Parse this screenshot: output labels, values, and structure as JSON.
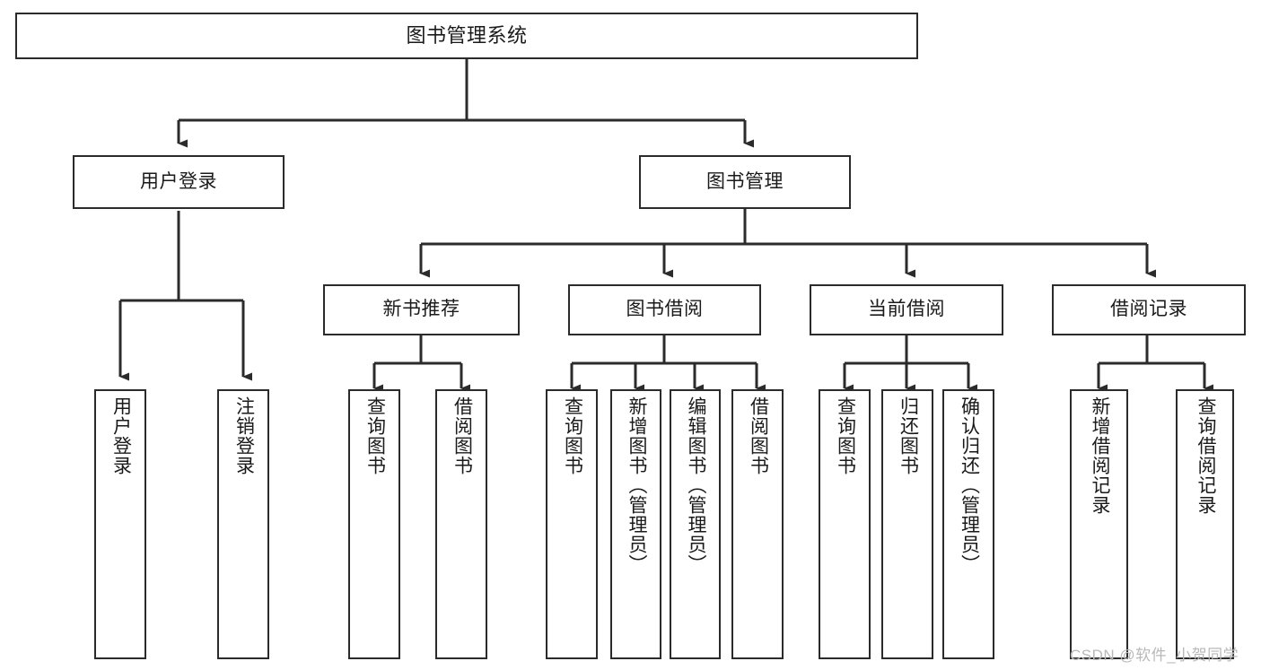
{
  "diagram": {
    "type": "tree-hierarchy-chart",
    "title": "图书管理系统",
    "nodes": {
      "root": {
        "label": "图书管理系统"
      },
      "level1": [
        {
          "id": "user-login",
          "label": "用户登录"
        },
        {
          "id": "book-manage",
          "label": "图书管理"
        }
      ],
      "level2": [
        {
          "id": "new-book-recommend",
          "label": "新书推荐"
        },
        {
          "id": "book-borrow",
          "label": "图书借阅"
        },
        {
          "id": "current-borrow",
          "label": "当前借阅"
        },
        {
          "id": "borrow-record",
          "label": "借阅记录"
        }
      ],
      "leaves": {
        "user_login": [
          {
            "id": "leaf-user-login",
            "label": "用户登录"
          },
          {
            "id": "leaf-logout-login",
            "label": "注销登录"
          }
        ],
        "new_book_recommend": [
          {
            "id": "leaf-query-book-1",
            "label": "查询图书"
          },
          {
            "id": "leaf-borrow-book-1",
            "label": "借阅图书"
          }
        ],
        "book_borrow": [
          {
            "id": "leaf-query-book-2",
            "label": "查询图书"
          },
          {
            "id": "leaf-add-book",
            "label": "新增图书（管理员）"
          },
          {
            "id": "leaf-edit-book",
            "label": "编辑图书（管理员）"
          },
          {
            "id": "leaf-borrow-book-2",
            "label": "借阅图书"
          }
        ],
        "current_borrow": [
          {
            "id": "leaf-query-book-3",
            "label": "查询图书"
          },
          {
            "id": "leaf-return-book",
            "label": "归还图书"
          },
          {
            "id": "leaf-confirm-return",
            "label": "确认归还（管理员）"
          }
        ],
        "borrow_record": [
          {
            "id": "leaf-add-record",
            "label": "新增借阅记录"
          },
          {
            "id": "leaf-query-record",
            "label": "查询借阅记录"
          }
        ]
      }
    },
    "colors": {
      "border": "#2b2b2b",
      "background": "#ffffff",
      "text": "#1a1a1a",
      "connector": "#2b2b2b",
      "watermark": "#b9b9b9"
    }
  },
  "watermark": {
    "text": "CSDN @软件_小贺同学"
  }
}
